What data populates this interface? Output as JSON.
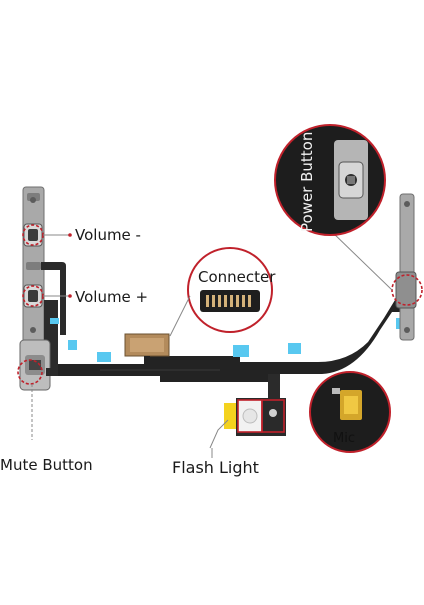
{
  "labels": {
    "volume_down": "Volume -",
    "volume_up": "Volume +",
    "mute_button": "Mute Button",
    "flash_light": "Flash Light",
    "mic": "Mic",
    "connector": "Connecter",
    "power_button": "Power Button"
  },
  "colors": {
    "flex_cable": "#1f1f1f",
    "metal_bracket": "#9c9c9c",
    "callout_red": "#c0212b",
    "adhesive_blue": "#58c8f0",
    "connector_copper": "#b38b5c",
    "flash_yellow": "#f4d21e"
  }
}
